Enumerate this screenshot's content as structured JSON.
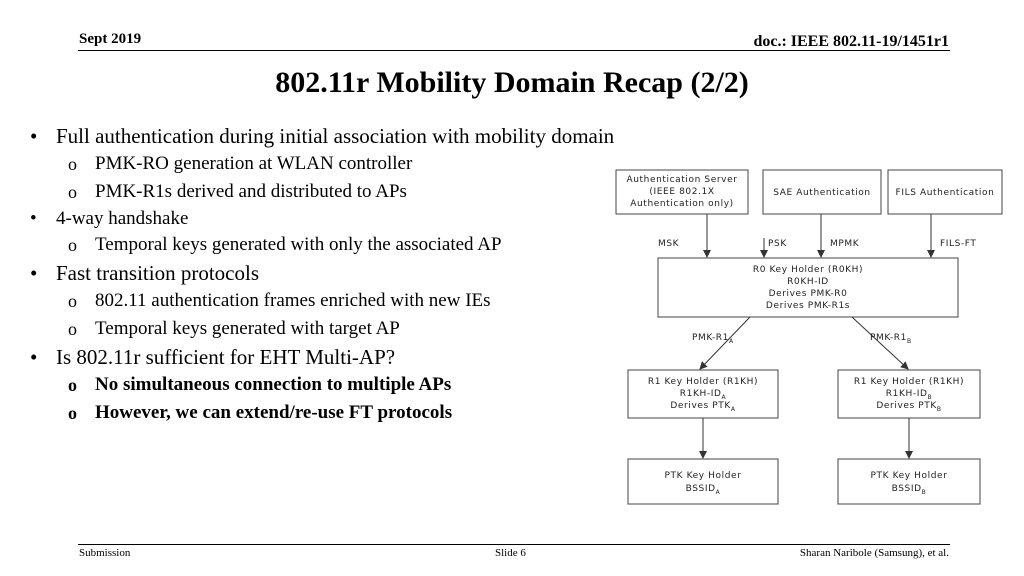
{
  "header": {
    "date": "Sept 2019",
    "doc": "doc.: IEEE 802.11-19/1451r1"
  },
  "title": "802.11r Mobility Domain Recap (2/2)",
  "bullets": [
    {
      "text": "Full authentication during initial association with mobility domain",
      "sub": [
        "PMK-RO generation at WLAN controller",
        "PMK-R1s derived and distributed to APs"
      ]
    },
    {
      "text": "4-way handshake",
      "sub": [
        "Temporal keys generated with only the associated AP"
      ]
    },
    {
      "text": "Fast transition protocols",
      "sub": [
        "802.11 authentication frames enriched with new IEs",
        "Temporal keys generated with target AP"
      ]
    },
    {
      "text": "Is 802.11r sufficient for EHT Multi-AP?",
      "sub": [
        "No simultaneous connection to multiple APs",
        "However, we can extend/re-use FT protocols"
      ]
    }
  ],
  "diagram": {
    "auth_server": [
      "Authentication Server",
      "(IEEE 802.1X",
      "Authentication only)"
    ],
    "sae": "SAE Authentication",
    "fils": "FILS Authentication",
    "label_msk": "MSK",
    "label_psk": "PSK",
    "label_mpmk": "MPMK",
    "label_fils_ft": "FILS-FT",
    "r0kh": [
      "R0 Key Holder (R0KH)",
      "R0KH-ID",
      "Derives PMK-R0",
      "Derives PMK-R1s"
    ],
    "pmk_r1": "PMK-R1",
    "sub_a": "A",
    "sub_b": "B",
    "r1kh_title": "R1 Key Holder (R1KH)",
    "r1kh_id": "R1KH-ID",
    "derives_ptk": "Derives PTK",
    "ptk_holder": "PTK Key Holder",
    "bssid": "BSSID"
  },
  "footer": {
    "left": "Submission",
    "center": "Slide 6",
    "right": "Sharan Naribole (Samsung), et al."
  }
}
